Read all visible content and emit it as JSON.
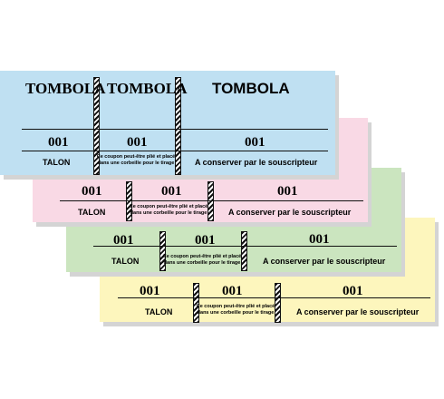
{
  "tickets": [
    {
      "color": "blue",
      "titles": [
        "TOMBOLA",
        "TOMBOLA",
        "TOMBOLA"
      ],
      "numbers": [
        "001",
        "001",
        "001"
      ],
      "stub_label": "TALON",
      "middle_note": "Ce coupon peut-être plié et placé dans une corbeille pour le tirage",
      "right_label": "A conserver par le souscripteur"
    },
    {
      "color": "pink",
      "numbers": [
        "001",
        "001",
        "001"
      ],
      "stub_label": "TALON",
      "middle_note": "Ce coupon peut-être plié et placé dans une corbeille pour le tirage",
      "right_label": "A conserver par le souscripteur"
    },
    {
      "color": "green",
      "numbers": [
        "001",
        "001",
        "001"
      ],
      "stub_label": "TALON",
      "middle_note": "Ce coupon peut-être plié et placé dans une corbeille pour le tirage",
      "right_label": "A conserver par le souscripteur"
    },
    {
      "color": "yellow",
      "numbers": [
        "001",
        "001",
        "001"
      ],
      "stub_label": "TALON",
      "middle_note": "Ce coupon peut-être plié et placé dans une corbeille pour le tirage",
      "right_label": "A conserver par le souscripteur"
    }
  ],
  "colors": {
    "blue": "#bfe0f2",
    "pink": "#f9d9e5",
    "green": "#cbe5bf",
    "yellow": "#fdf6bd",
    "ink": "#111111"
  }
}
